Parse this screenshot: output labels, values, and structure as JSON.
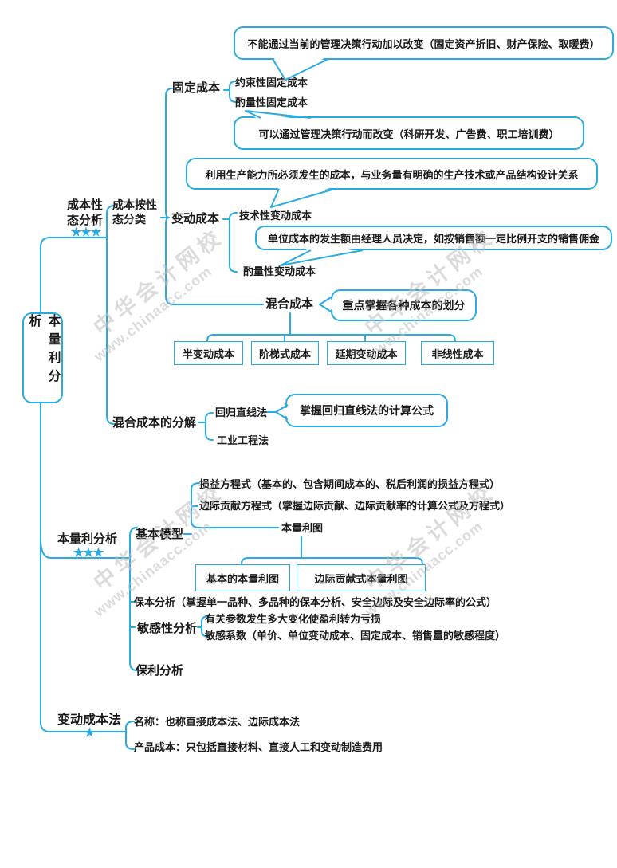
{
  "colors": {
    "line": "#29abe2",
    "text": "#1a1a1a",
    "watermark": "#bfbfbf"
  },
  "watermark": {
    "line1": "中华会计网校",
    "line2": "www.chinaacc.com"
  },
  "root": {
    "label": "本量利分析"
  },
  "cost_behavior": {
    "label": "成本性态分析",
    "stars": "★★★",
    "classification": {
      "label": "成本按性态分类",
      "fixed": {
        "label": "固定成本",
        "committed": "约束性固定成本",
        "discretionary": "酌量性固定成本",
        "committed_note": "不能通过当前的管理决策行动加以改变（固定资产折旧、财产保险、取暖费）",
        "discretionary_note": "可以通过管理决策行动而改变（科研开发、广告费、职工培训费）"
      },
      "variable": {
        "label": "变动成本",
        "technical": "技术性变动成本",
        "discretionary": "酌量性变动成本",
        "technical_note": "利用生产能力所必须发生的成本，与业务量有明确的生产技术或产品结构设计关系",
        "discretionary_note": "单位成本的发生额由经理人员决定，如按销售额一定比例开支的销售佣金"
      },
      "mixed": {
        "label": "混合成本",
        "note": "重点掌握各种成本的划分",
        "types": [
          "半变动成本",
          "阶梯式成本",
          "延期变动成本",
          "非线性成本"
        ]
      }
    },
    "decomposition": {
      "label": "混合成本的分解",
      "regression": "回归直线法",
      "engineering": "工业工程法",
      "regression_note": "掌握回归直线法的计算公式"
    }
  },
  "cvp_analysis": {
    "label": "本量利分析",
    "stars": "★★★",
    "basic_model": {
      "label": "基本模型",
      "income_equation": "损益方程式（基本的、包含期间成本的、税后利润的损益方程式）",
      "margin_equation": "边际贡献方程式（掌握边际贡献、边际贡献率的计算公式及方程式）",
      "chart": {
        "label": "本量利图",
        "types": [
          "基本的本量利图",
          "边际贡献式本量利图"
        ]
      }
    },
    "breakeven": "保本分析（掌握单一品种、多品种的保本分析、安全边际及安全边际率的公式）",
    "sensitivity": {
      "label": "敏感性分析",
      "item1": "有关参数发生多大变化使盈利转为亏损",
      "item2": "敏感系数（单价、单位变动成本、固定成本、销售量的敏感程度）"
    },
    "profit_target": "保利分析"
  },
  "variable_costing": {
    "label": "变动成本法",
    "stars": "★",
    "name": "名称：也称直接成本法、边际成本法",
    "product_cost": "产品成本：只包括直接材料、直接人工和变动制造费用"
  }
}
